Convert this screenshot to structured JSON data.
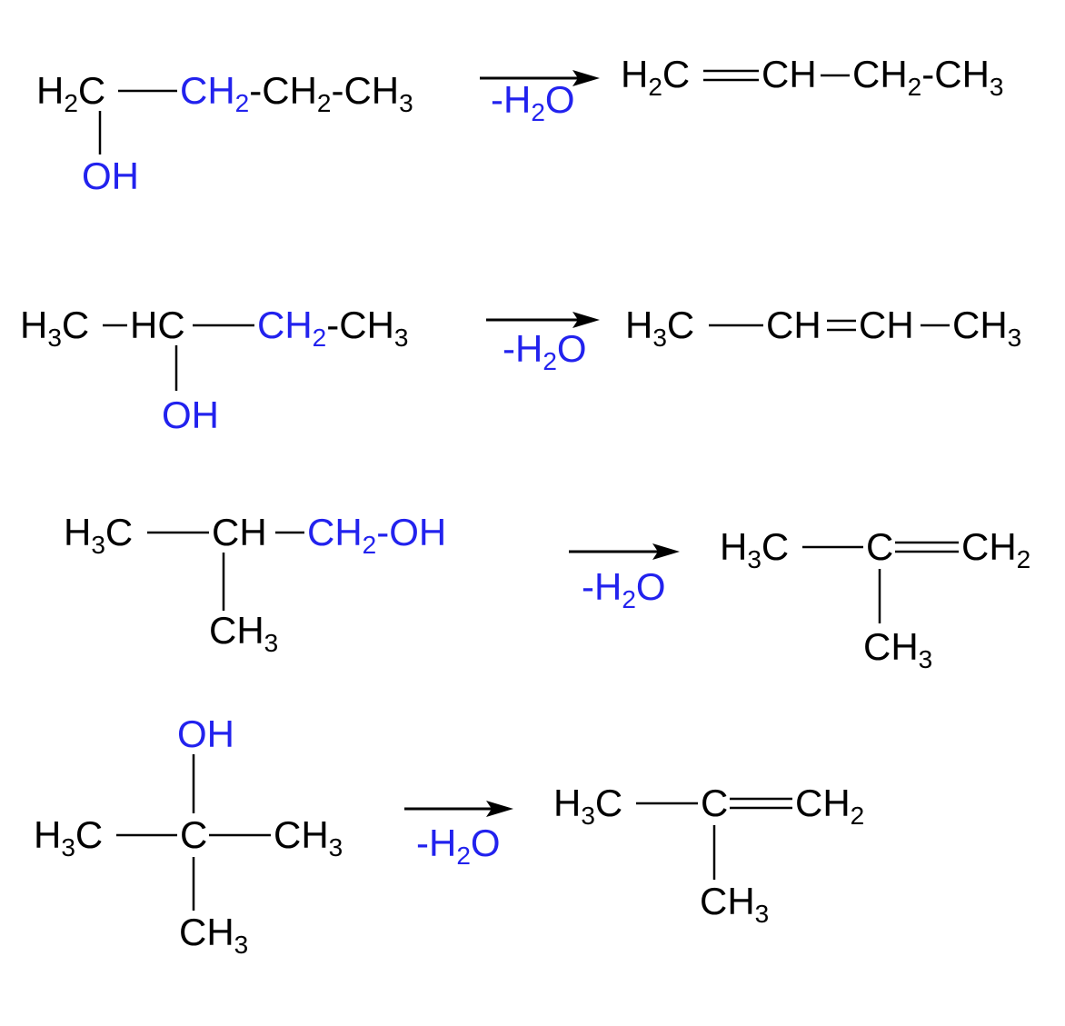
{
  "condition": "-H2O",
  "reactions": [
    {
      "reactant": {
        "c1": "H2C",
        "chain": "CH2-CH2-CH3",
        "oh": "OH"
      },
      "product": {
        "c1": "H2C",
        "c2": "CH",
        "rest": "CH2-CH3"
      }
    },
    {
      "reactant": {
        "c1": "H3C",
        "c2": "HC",
        "chain": "CH2-CH3",
        "oh": "OH"
      },
      "product": {
        "c1": "H3C",
        "c2": "CH",
        "c3": "CH",
        "c4": "CH3"
      }
    },
    {
      "reactant": {
        "c1": "H3C",
        "c2": "CH",
        "chain": "CH2-OH",
        "branch": "CH3"
      },
      "product": {
        "c1": "H3C",
        "c2": "C",
        "c3": "CH2",
        "branch": "CH3"
      }
    },
    {
      "reactant": {
        "oh": "OH",
        "c1": "H3C",
        "c2": "C",
        "c3": "CH3",
        "branch": "CH3"
      },
      "product": {
        "c1": "H3C",
        "c2": "C",
        "c3": "CH2",
        "branch": "CH3"
      }
    }
  ],
  "colors": {
    "heteroatom": "#2222ee",
    "carbon": "#000000"
  }
}
